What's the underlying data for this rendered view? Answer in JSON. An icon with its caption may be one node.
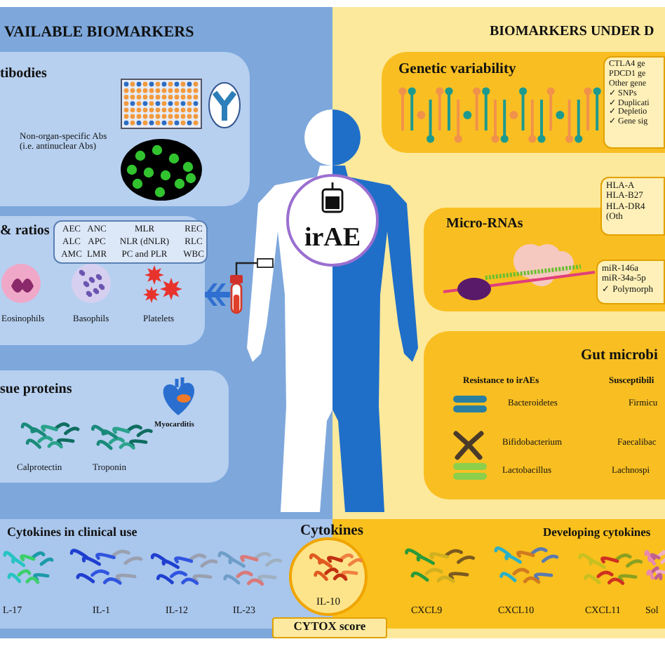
{
  "diagram": {
    "nodes": [
      {
        "text": [
          "VAILABLE BIOMARKERS"
        ]
      },
      {
        "text": [
          "tibodies",
          "Non-organ-specific Abs (i.e. antinuclear Abs)"
        ],
        "in": 0
      },
      {
        "text": [
          "& ratios",
          "Eosinophils",
          "Basophils",
          "Platelets"
        ],
        "in": 0
      },
      {
        "text": [
          "AEC",
          "ANC",
          "MLR",
          "REC",
          "ALC",
          "APC",
          "NLR (dNLR)",
          "RLC",
          "AMC",
          "LMR",
          "PC and PLR",
          "WBC"
        ],
        "in": 2
      },
      {
        "text": [
          "sue proteins",
          "Myocarditis",
          "Calprotectin",
          "Troponin"
        ],
        "in": 0
      },
      {
        "text": [
          "Cytokines in clinical use",
          "L-17",
          "IL-1",
          "IL-12",
          "IL-23"
        ],
        "in": 0
      },
      {
        "text": [
          "BIOMARKERS UNDER D"
        ]
      },
      {
        "text": [
          "Genetic variability"
        ],
        "in": 6
      },
      {
        "text": [
          "CTLA4 ge",
          "PDCD1 ge",
          "Other gene",
          "✓ SNPs",
          "✓ Duplicati",
          "✓ Depletio",
          "✓ Gene sig"
        ],
        "in": 7
      },
      {
        "text": [
          "HLA-A",
          "HLA-B27",
          "HLA-DR4",
          "(Oth"
        ],
        "in": 6
      },
      {
        "text": [
          "Micro-RNAs"
        ],
        "in": 6
      },
      {
        "text": [
          "miR-146a",
          "miR-34a-5p",
          "✓ Polymorph"
        ],
        "in": 10
      },
      {
        "text": [
          "Gut microbi",
          "Resistance to irAEs",
          "Susceptibili",
          "Bacteroidetes",
          "Bifidobacterium",
          "Lactobacillus",
          "Firmicu",
          "Faecalibac",
          "Lachnospi"
        ],
        "in": 6
      },
      {
        "text": [
          "Developing cytokines",
          "CXCL9",
          "CXCL10",
          "CXCL11",
          "Sol"
        ],
        "in": 6
      },
      {
        "text": [
          "IL-10"
        ]
      },
      {
        "text": [
          "CYTOX score"
        ]
      },
      {
        "text": [
          "irAE"
        ]
      },
      {
        "text": [],
        "shape": "picture",
        "in": 0
      },
      {
        "text": [],
        "shape": "box",
        "in": 0
      }
    ],
    "edges": [
      {
        "from": 17,
        "to": 2,
        "arrow": "to",
        "style": "thick",
        "color": "#2f6fd0"
      },
      {
        "from": 18,
        "to": 17,
        "arrow": "none",
        "color": "#222222"
      }
    ],
    "labels": [
      "Cytokines"
    ]
  }
}
